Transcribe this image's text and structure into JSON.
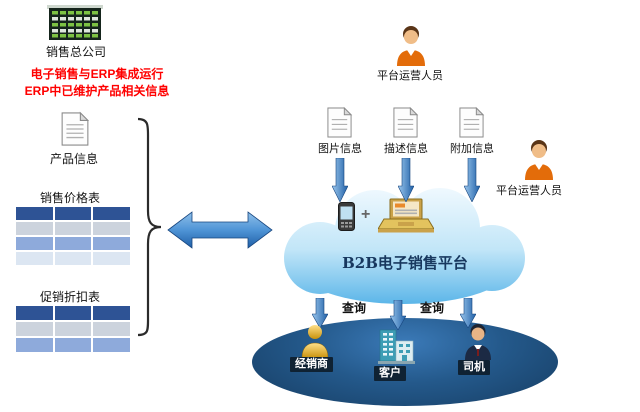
{
  "head_office": {
    "label": "销售总公司"
  },
  "erp_note": {
    "line1": "电子销售与ERP集成运行",
    "line2": "ERP中已维护产品相关信息"
  },
  "product_info": {
    "label": "产品信息"
  },
  "price_table": {
    "label": "销售价格表"
  },
  "discount_table": {
    "label": "促销折扣表"
  },
  "cloud": {
    "title": "B2B电子销售平台",
    "plus": "+"
  },
  "operators": {
    "top": "平台运营人员",
    "right": "平台运营人员"
  },
  "docs": [
    {
      "label": "图片信息"
    },
    {
      "label": "描述信息"
    },
    {
      "label": "附加信息"
    }
  ],
  "queries": {
    "left": "查询",
    "right": "查询"
  },
  "actors": [
    {
      "label": "经销商"
    },
    {
      "label": "客户"
    },
    {
      "label": "司机"
    }
  ],
  "colors": {
    "arrow_blue": "#2e75b6",
    "note_red": "#ff0000",
    "cloud_blue": "#aadcf7",
    "platform_dark": "#1d4e79",
    "table_header": "#2e5395"
  }
}
